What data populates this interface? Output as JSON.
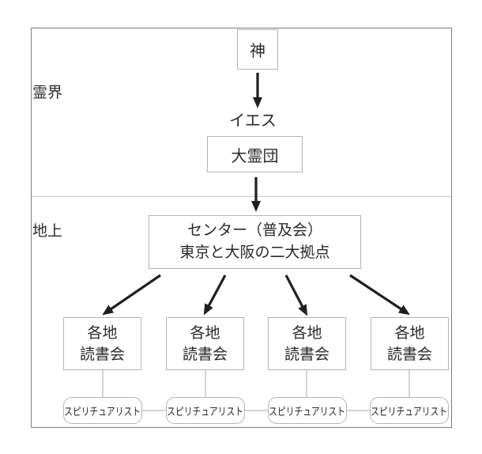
{
  "colors": {
    "frame_border": "#7d7d7d",
    "box_border": "#b3b3b3",
    "divider": "#cccccc",
    "connector": "#c6c6c6",
    "arrow": "#231f20",
    "text": "#2a2a2a"
  },
  "sections": {
    "spirit_world_label": "霊界",
    "earth_label": "地上"
  },
  "nodes": {
    "god": "神",
    "jesus": "イエス",
    "great_spirit_band": "大霊団",
    "center": {
      "line1": "センター（普及会）",
      "line2": "東京と大阪の二大拠点"
    },
    "reading_groups": [
      {
        "line1": "各地",
        "line2": "読書会"
      },
      {
        "line1": "各地",
        "line2": "読書会"
      },
      {
        "line1": "各地",
        "line2": "読書会"
      },
      {
        "line1": "各地",
        "line2": "読書会"
      }
    ],
    "spiritualists": [
      "スピリチュアリスト",
      "スピリチュアリスト",
      "スピリチュアリスト",
      "スピリチュアリスト"
    ]
  }
}
